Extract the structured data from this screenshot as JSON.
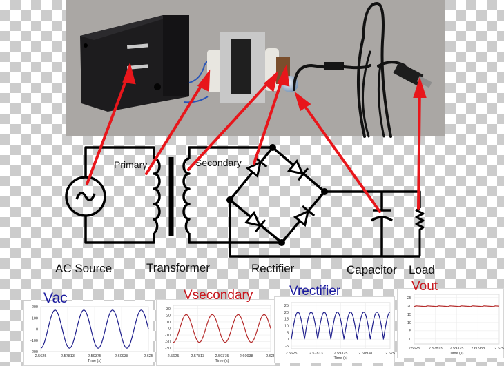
{
  "diagram": {
    "components": [
      {
        "id": "ac-source",
        "label": "AC Source"
      },
      {
        "id": "transformer",
        "label": "Transformer"
      },
      {
        "id": "rectifier",
        "label": "Rectifier"
      },
      {
        "id": "capacitor",
        "label": "Capacitor"
      },
      {
        "id": "load",
        "label": "Load"
      }
    ],
    "coil_labels": {
      "primary": "Primary",
      "secondary": "Secondary"
    },
    "arrow_color": "#e8161b",
    "photo_parts": [
      "wall-plug-adapter",
      "transformer-core",
      "circuit-board",
      "electrolytic-capacitor",
      "dc-power-cable",
      "barrel-plug"
    ]
  },
  "chart_data": [
    {
      "type": "line",
      "title": "Vac",
      "title_color": "#1a1a9e",
      "line_color": "#1f1f8c",
      "xlabel": "Time (s)",
      "ylabel": "",
      "xlim": [
        2.5625,
        2.625
      ],
      "ylim": [
        -200,
        200
      ],
      "x_ticks": [
        "2.5625",
        "2.57813",
        "2.59375",
        "2.60938",
        "2.625"
      ],
      "y_ticks": [
        "200",
        "100",
        "0",
        "-100",
        "-200"
      ],
      "y_tick_values": [
        200,
        100,
        0,
        -100,
        -200
      ],
      "waveform": {
        "kind": "sine",
        "amplitude": 170,
        "offset": 0,
        "frequency_hz": 60,
        "phase_at_start": -1.5708
      },
      "grid": true
    },
    {
      "type": "line",
      "title": "Vsecondary",
      "title_color": "#c8161d",
      "line_color": "#b52a2a",
      "xlabel": "Time (s)",
      "ylabel": "",
      "xlim": [
        2.5625,
        2.625
      ],
      "ylim": [
        -35,
        35
      ],
      "x_ticks": [
        "2.5625",
        "2.57813",
        "2.59375",
        "2.60938",
        "2.625"
      ],
      "y_ticks": [
        "30",
        "20",
        "10",
        "0",
        "-10",
        "-20",
        "-30"
      ],
      "y_tick_values": [
        30,
        20,
        10,
        0,
        -10,
        -20,
        -30
      ],
      "waveform": {
        "kind": "sine",
        "amplitude": 21,
        "offset": 0,
        "frequency_hz": 60,
        "phase_at_start": -1.5708
      },
      "grid": true
    },
    {
      "type": "line",
      "title": "Vrectifier",
      "title_color": "#1a1a9e",
      "line_color": "#1f1f8c",
      "xlabel": "Time (s)",
      "ylabel": "",
      "xlim": [
        2.5625,
        2.625
      ],
      "ylim": [
        -7,
        27
      ],
      "x_ticks": [
        "2.5625",
        "2.57813",
        "2.59375",
        "2.60938",
        "2.625"
      ],
      "y_ticks": [
        "25",
        "20",
        "15",
        "10",
        "5",
        "0",
        "-5"
      ],
      "y_tick_values": [
        25,
        20,
        15,
        10,
        5,
        0,
        -5
      ],
      "waveform": {
        "kind": "abs-sine",
        "amplitude": 20,
        "offset": 0,
        "frequency_hz": 60,
        "phase_at_start": -1.5708
      },
      "grid": true
    },
    {
      "type": "line",
      "title": "Vout",
      "title_color": "#c8161d",
      "line_color": "#b52a2a",
      "xlabel": "Time (s)",
      "ylabel": "",
      "xlim": [
        2.5625,
        2.625
      ],
      "ylim": [
        -3,
        27
      ],
      "x_ticks": [
        "2.5625",
        "2.57813",
        "2.59375",
        "2.60938",
        "2.625"
      ],
      "y_ticks": [
        "25",
        "20",
        "15",
        "10",
        "5",
        "0"
      ],
      "y_tick_values": [
        25,
        20,
        15,
        10,
        5,
        0
      ],
      "waveform": {
        "kind": "ripple",
        "amplitude": 0.4,
        "offset": 19.6,
        "frequency_hz": 120,
        "phase_at_start": 0
      },
      "grid": true
    }
  ]
}
